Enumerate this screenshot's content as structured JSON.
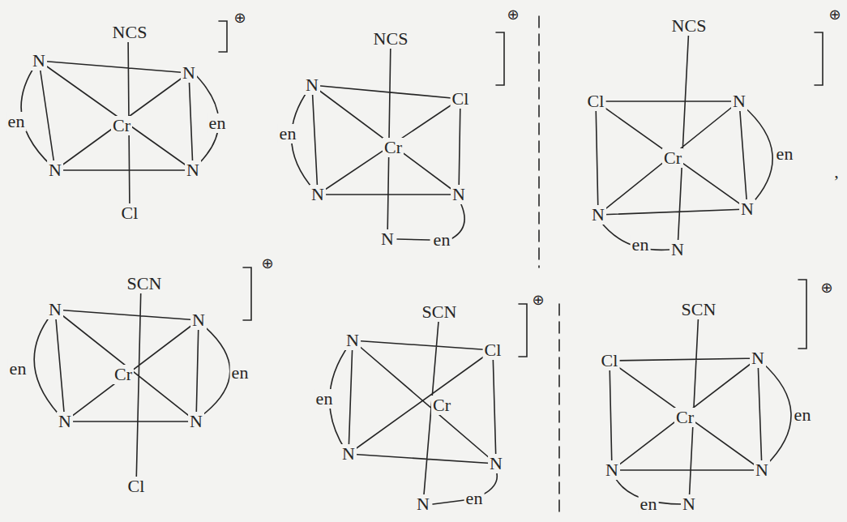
{
  "diagram": {
    "labels": [
      "⊕",
      "NCS",
      "N",
      "N",
      "en",
      "Cr",
      "en",
      "N",
      "N",
      "Cl",
      "⊕",
      "NCS",
      "N",
      "Cl",
      "en",
      "Cr",
      "N",
      "N",
      "N",
      "en",
      "⊕",
      "NCS",
      "Cl",
      "N",
      "Cr",
      "en",
      ",",
      "N",
      "N",
      "en",
      "N",
      "⊕",
      "SCN",
      "N",
      "N",
      "en",
      "Cr",
      "en",
      "N",
      "N",
      "Cl",
      "⊕",
      "SCN",
      "N",
      "Cl",
      "en",
      "Cr",
      "N",
      "N",
      "N",
      "en",
      "⊕",
      "SCN",
      "Cl",
      "N",
      "en",
      "Cr",
      "N",
      "N",
      "en",
      "N"
    ]
  }
}
